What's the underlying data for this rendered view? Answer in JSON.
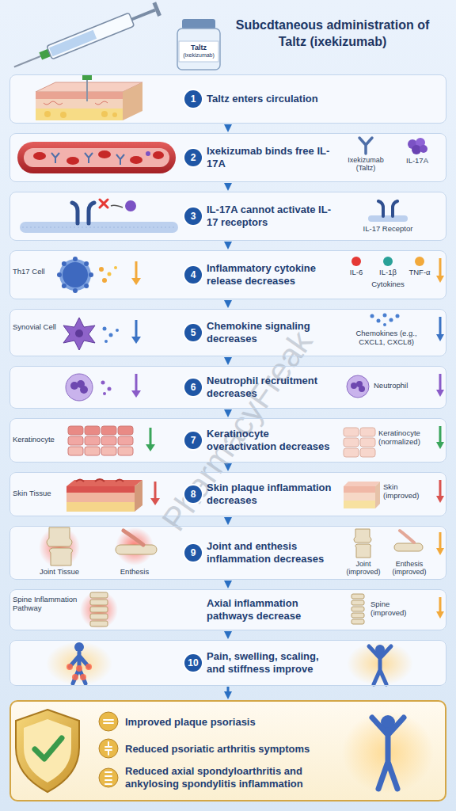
{
  "diagram": {
    "title": "Subcdtaneous administration of Taltz (ixekizumab)",
    "nodes": [
      {
        "text": [
          "1",
          "Taltz enters circulation"
        ]
      },
      {
        "text": [
          "2",
          "Ixekizumab binds free IL-17A"
        ]
      },
      {
        "text": [
          "3",
          "IL-17A cannot activate IL-17 receptors"
        ]
      },
      {
        "text": [
          "4",
          "Inflammatory cytokine release decreases"
        ]
      },
      {
        "text": [
          "5",
          "Chemokine signaling decreases"
        ]
      },
      {
        "text": [
          "6",
          "Neutrophil recruitment decreases"
        ]
      },
      {
        "text": [
          "7",
          "Keratinocyte overactivation decreases"
        ]
      },
      {
        "text": [
          "8",
          "Skin plaque inflammation decreases"
        ]
      },
      {
        "text": [
          "9",
          "Joint and enthesis inflammation decreases"
        ]
      },
      {
        "text": [
          "Axial inflammation pathways decrease"
        ]
      },
      {
        "text": [
          "10",
          "Pain, swelling, scaling, and stiffness improve"
        ]
      },
      {
        "text": [
          "Improved plaque psoriasis",
          "Reduced psoriatic arthritis symptoms",
          "Reduced axial spondyloarthritis and ankylosing spondylitis inflammation"
        ]
      }
    ],
    "edges": [
      {
        "from": 0,
        "to": 1,
        "arrow": "to"
      },
      {
        "from": 1,
        "to": 2,
        "arrow": "to"
      },
      {
        "from": 2,
        "to": 3,
        "arrow": "to"
      },
      {
        "from": 3,
        "to": 4,
        "arrow": "to"
      },
      {
        "from": 4,
        "to": 5,
        "arrow": "to"
      },
      {
        "from": 5,
        "to": 6,
        "arrow": "to"
      },
      {
        "from": 6,
        "to": 7,
        "arrow": "to"
      },
      {
        "from": 7,
        "to": 8,
        "arrow": "to"
      },
      {
        "from": 8,
        "to": 9,
        "arrow": "to"
      },
      {
        "from": 9,
        "to": 10,
        "arrow": "to"
      },
      {
        "from": 10,
        "to": 11,
        "arrow": "to"
      }
    ],
    "labels": [
      "Taltz",
      "(ixekizumab)",
      "Ixekizumab (Taltz)",
      "IL-17A",
      "IL-17 Receptor",
      "Th17 Cell",
      "IL-6",
      "IL-1β",
      "TNF-α",
      "Cytokines",
      "Synovial Cell",
      "Chemokines (e.g., CXCL1, CXCL8)",
      "Neutrophil",
      "Keratinocyte",
      "Keratinocyte (normalized)",
      "Skin Tissue",
      "Skin (improved)",
      "Joint Tissue",
      "Enthesis",
      "Joint (improved)",
      "Enthesis (improved)",
      "Spine Inflammation Pathway",
      "Spine (improved)",
      "PharmacyFreak"
    ]
  }
}
